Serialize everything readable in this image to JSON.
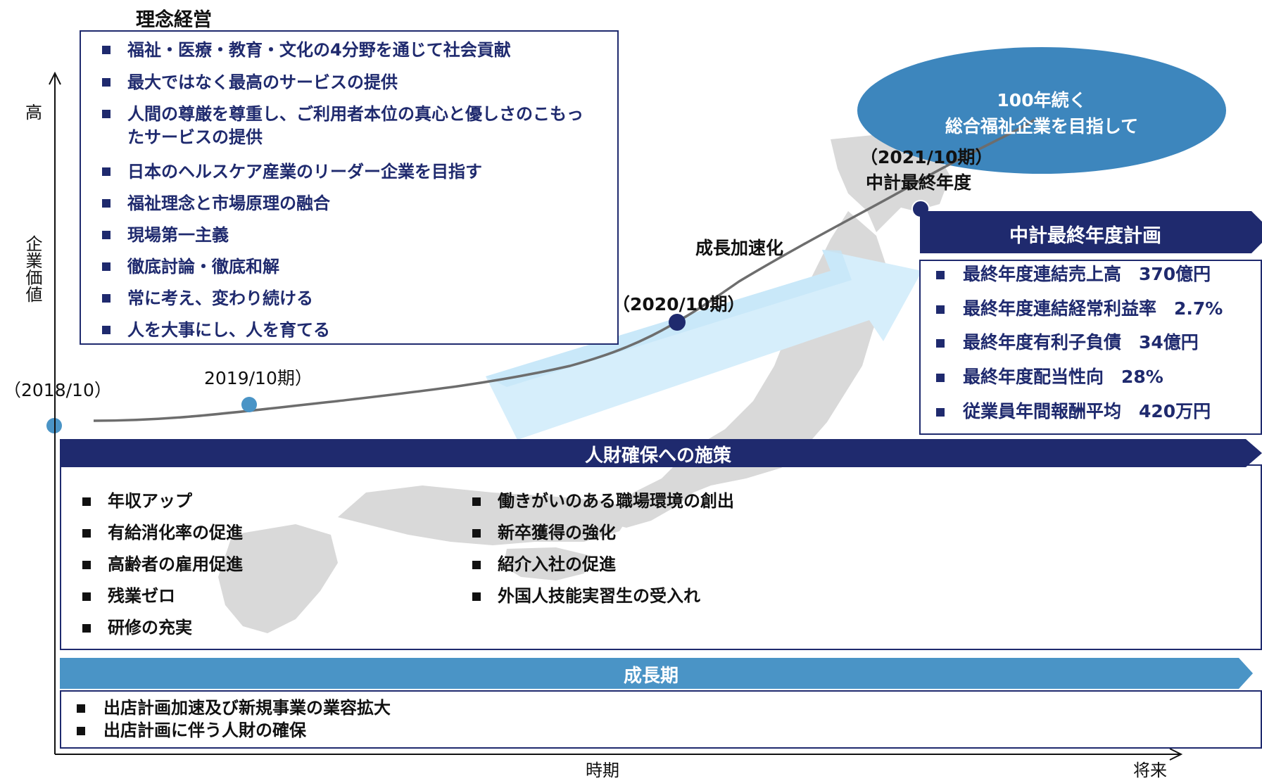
{
  "philosophy": {
    "title": "理念経営",
    "items": [
      "福祉・医療・教育・文化の4分野を通じて社会貢献",
      "最大ではなく最高のサービスの提供",
      "人間の尊厳を尊重し、ご利用者本位の真心と優しさのこもったサービスの提供",
      "日本のヘルスケア産業のリーダー企業を目指す",
      "福祉理念と市場原理の融合",
      "現場第一主義",
      "徹底討論・徹底和解",
      "常に考え、変わり続ける",
      "人を大事にし、人を育てる"
    ]
  },
  "axes": {
    "y_high": "高",
    "y_label": "企業価値",
    "x_label": "時期",
    "x_end": "将来"
  },
  "milestones": {
    "m2018": "（2018/10）",
    "m2019": "2019/10期）",
    "m2020": "（2020/10期）",
    "m2021_period": "（2021/10期）",
    "m2021_label": "中計最終年度",
    "acceleration": "成長加速化"
  },
  "goal": {
    "line1": "100年続く",
    "line2": "総合福祉企業を目指して"
  },
  "plan": {
    "title": "中計最終年度計画",
    "items": [
      "最終年度連結売上高　370億円",
      "最終年度連結経常利益率　2.7%",
      "最終年度有利子負債　34億円",
      "最終年度配当性向　28%",
      "従業員年間報酬平均　420万円"
    ]
  },
  "hr": {
    "title": "人財確保への施策",
    "left": [
      "年収アップ",
      "有給消化率の促進",
      "高齢者の雇用促進",
      "残業ゼロ",
      "研修の充実"
    ],
    "right": [
      "働きがいのある職場環境の創出",
      "新卒獲得の強化",
      "紹介入社の促進",
      "外国人技能実習生の受入れ"
    ]
  },
  "growth": {
    "title": "成長期",
    "items": [
      "出店計画加速及び新規事業の業容拡大",
      "出店計画に伴う人財の確保"
    ]
  },
  "colors": {
    "navy": "#1f2a6e",
    "light_blue": "#4a94c6",
    "ellipse": "#3d86bd",
    "arrow_fill": "#d6eefb",
    "map_gray": "#d9d9d9",
    "curve": "#6d6d6d"
  }
}
